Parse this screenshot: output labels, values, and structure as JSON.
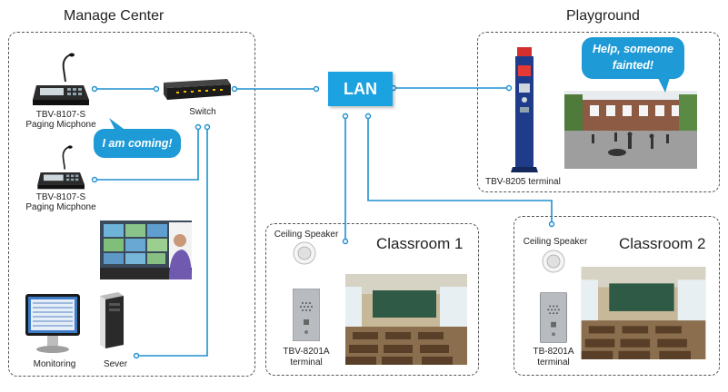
{
  "regions": {
    "manage_center": "Manage Center",
    "playground": "Playground",
    "classroom1": "Classroom 1",
    "classroom2": "Classroom 2"
  },
  "lan": "LAN",
  "devices": {
    "mic1_line1": "TBV-8107-S",
    "mic1_line2": "Paging Micphone",
    "mic2_line1": "TBV-8107-S",
    "mic2_line2": "Paging Micphone",
    "switch": "Switch",
    "monitoring": "Monitoring",
    "server": "Sever",
    "playground_terminal": "TBV-8205 terminal",
    "ceiling_speaker_1": "Ceiling Speaker",
    "ceiling_speaker_2": "Ceiling Speaker",
    "terminal1_line1": "TBV-8201A",
    "terminal1_line2": "terminal",
    "terminal2_line1": "TB-8201A",
    "terminal2_line2": "terminal"
  },
  "bubbles": {
    "coming": "I am coming!",
    "help_line1": "Help, someone",
    "help_line2": "fainted!"
  },
  "colors": {
    "accent": "#1aa3e0",
    "wire": "#1e8fd0"
  }
}
